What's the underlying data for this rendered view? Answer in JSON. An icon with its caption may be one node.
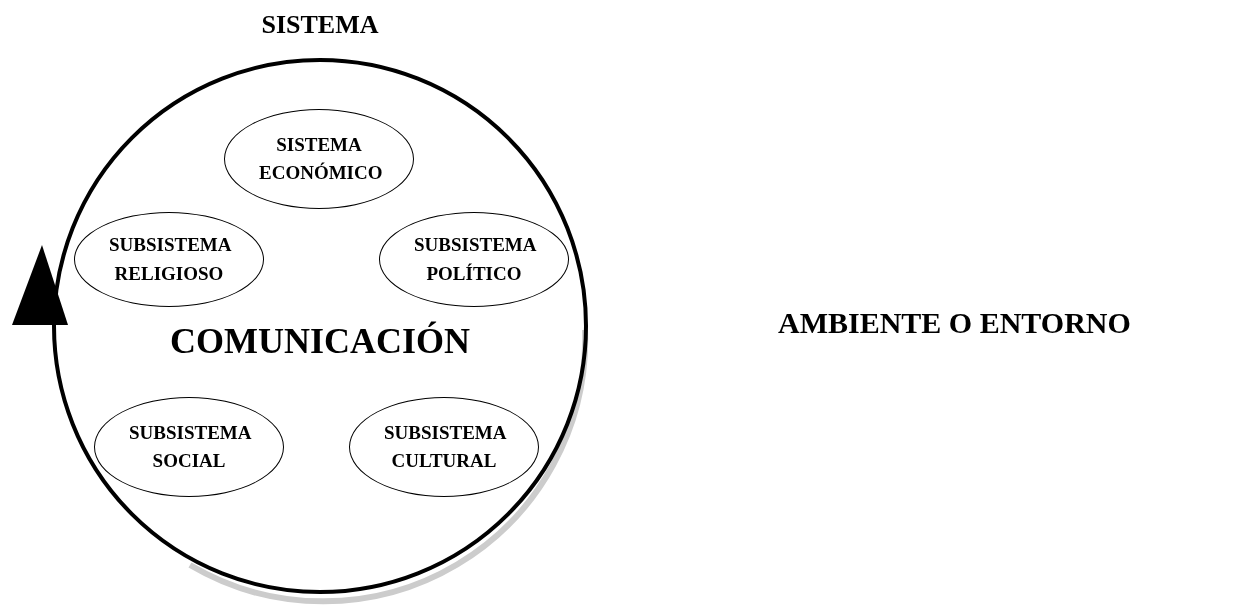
{
  "diagram": {
    "nodes": [
      {
        "text": [
          "SISTEMA",
          "COMUNICACIÓN"
        ]
      },
      {
        "text": [
          "SISTEMA ECONÓMICO"
        ],
        "in": 0
      },
      {
        "text": [
          "SUBSISTEMA RELIGIOSO"
        ],
        "in": 0
      },
      {
        "text": [
          "SUBSISTEMA POLÍTICO"
        ],
        "in": 0
      },
      {
        "text": [
          "SUBSISTEMA SOCIAL"
        ],
        "in": 0
      },
      {
        "text": [
          "SUBSISTEMA CULTURAL"
        ],
        "in": 0
      }
    ],
    "labels": [
      "AMBIENTE O ENTORNO"
    ]
  }
}
